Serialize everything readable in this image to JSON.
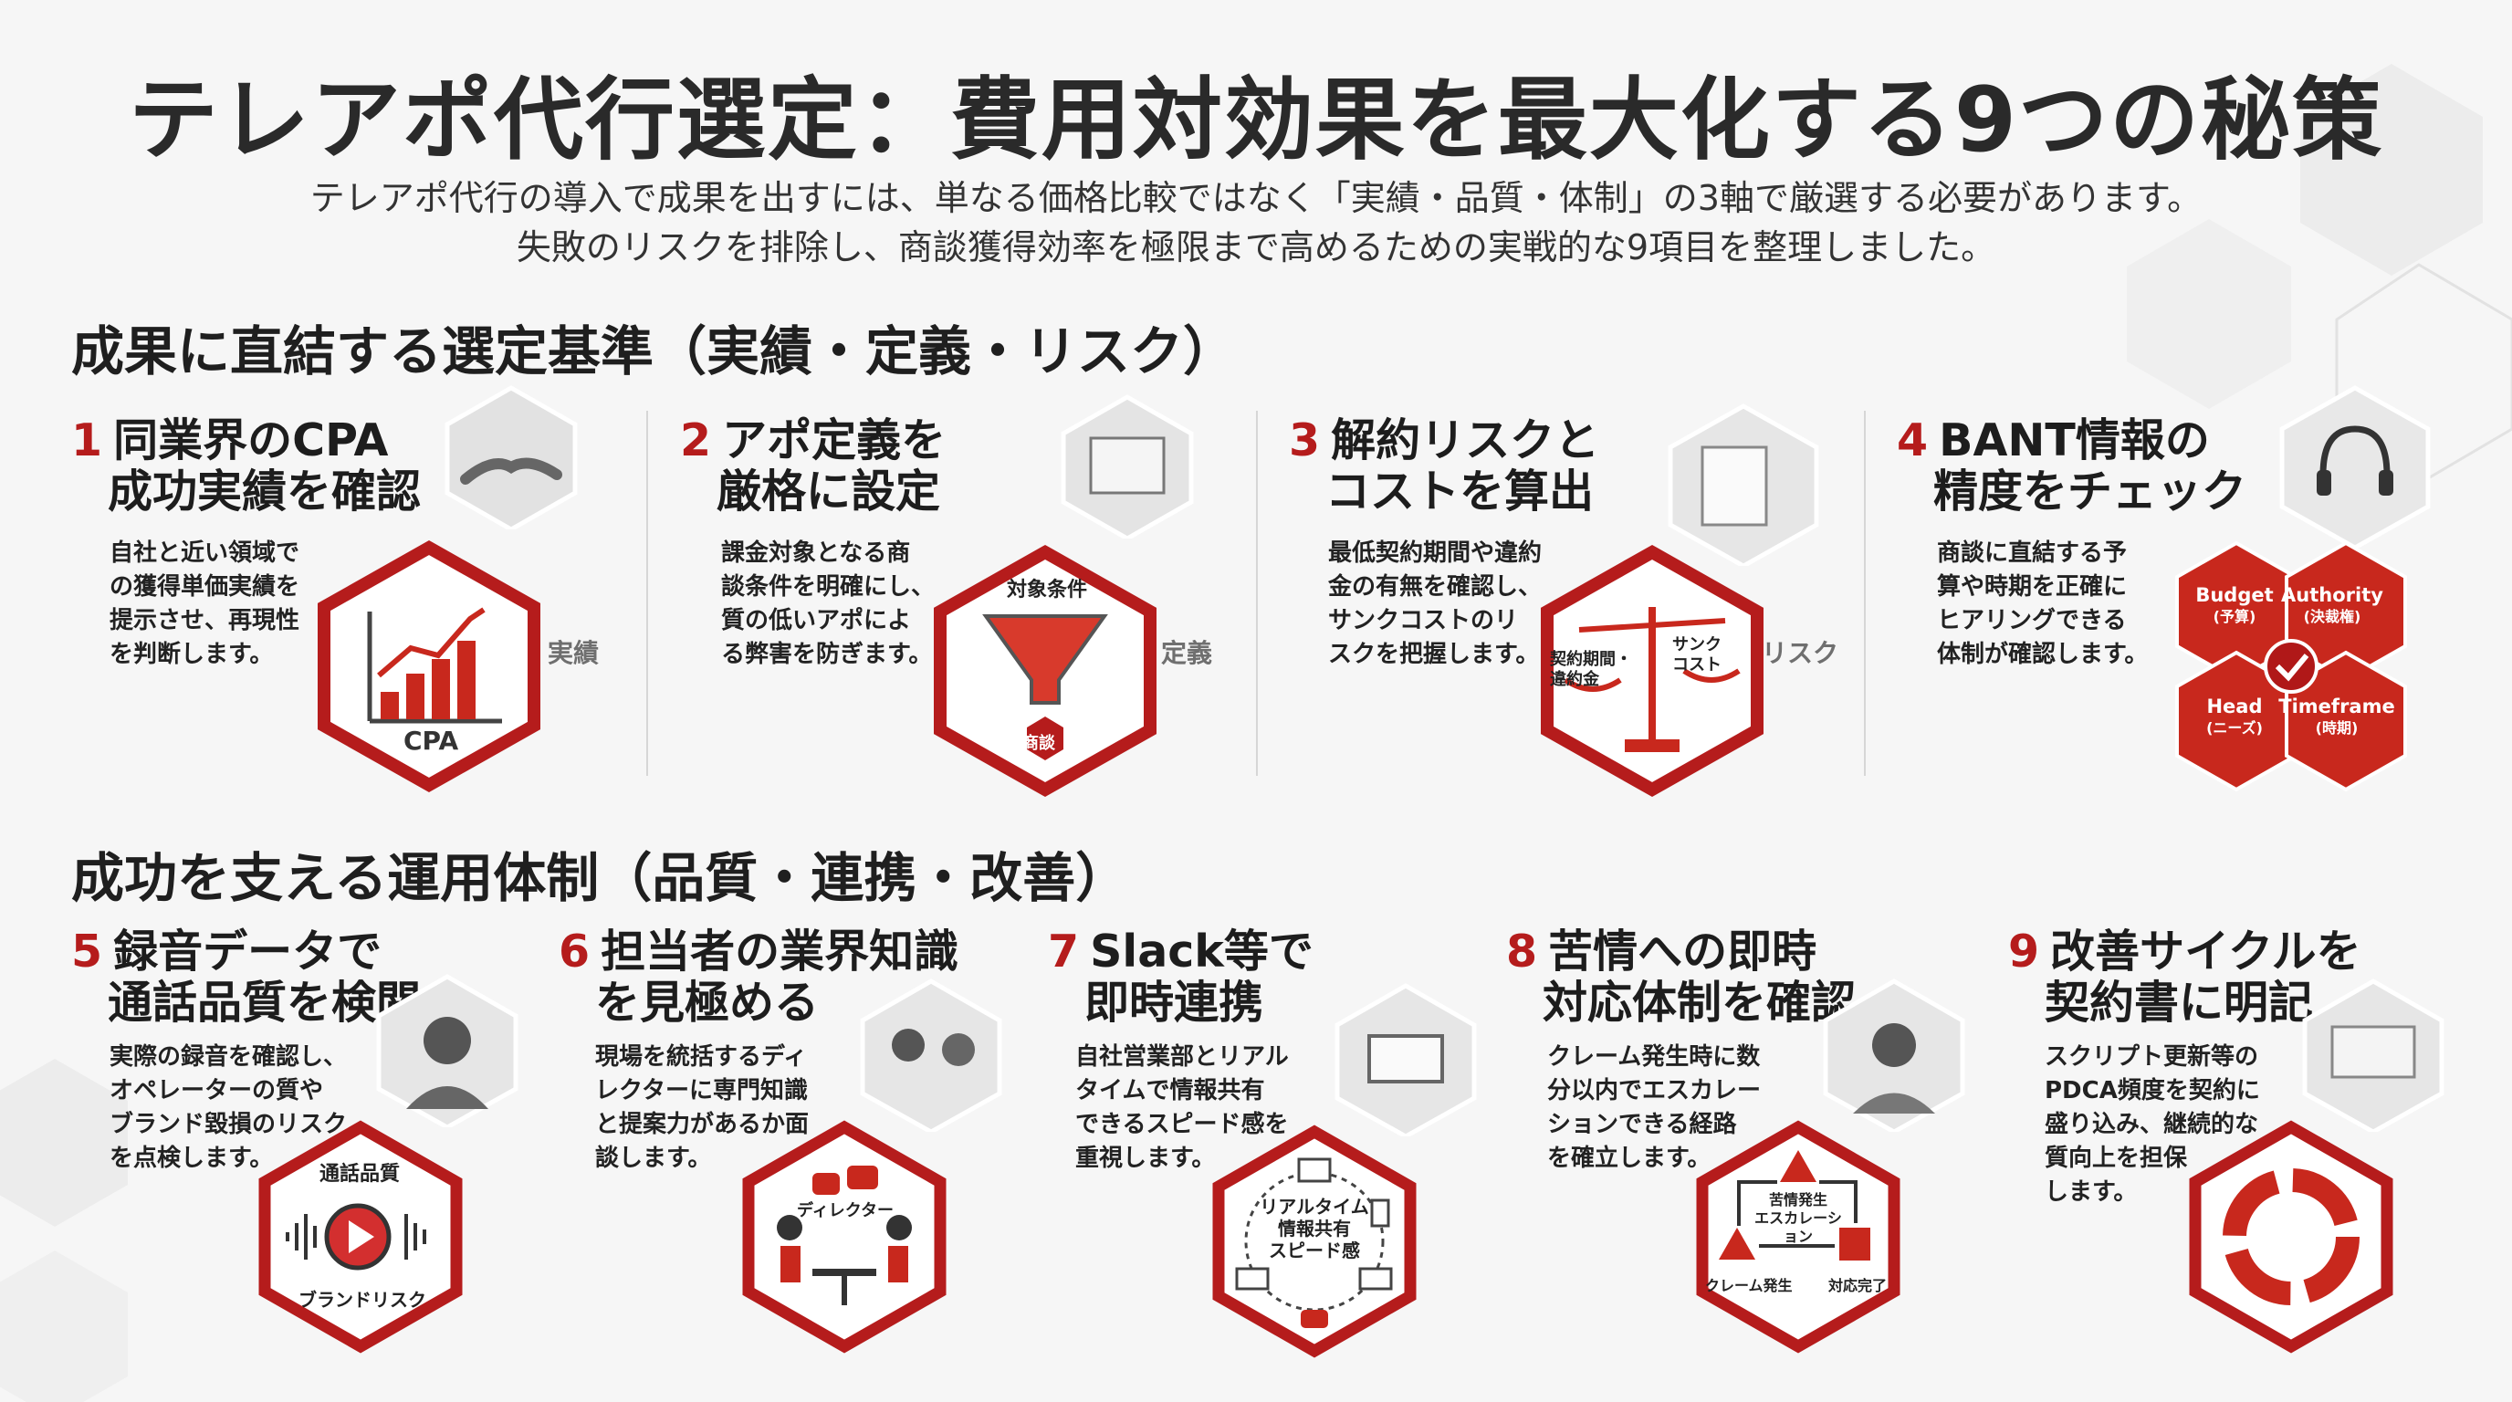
{
  "header": {
    "title": "テレアポ代行選定：費用対効果を最大化する9つの秘策",
    "lead_line1": "テレアポ代行の導入で成果を出すには、単なる価格比較ではなく「実績・品質・体制」の3軸で厳選する必要があります。",
    "lead_line2": "失敗のリスクを排除し、商談獲得効率を極限まで高めるための実戦的な9項目を整理しました。"
  },
  "sections": [
    {
      "title": "成果に直結する選定基準（実績・定義・リスク）"
    },
    {
      "title": "成功を支える運用体制（品質・連携・改善）"
    }
  ],
  "cards": [
    {
      "num": "1",
      "title1": "同業界のCPA",
      "title2": "成功実績を確認",
      "body": [
        "自社と近い領域で",
        "の獲得単価実績を",
        "提示させ、再現性",
        "を判断します。"
      ],
      "tag": "実績",
      "icon_label": "CPA",
      "icon": "bar-chart-icon"
    },
    {
      "num": "2",
      "title1": "アポ定義を",
      "title2": "厳格に設定",
      "body": [
        "課金対象となる商",
        "談条件を明確にし、",
        "質の低いアポによ",
        "る弊害を防ぎます。"
      ],
      "tag": "定義",
      "icon_label": "対象条件",
      "icon_label2": "商談",
      "icon": "funnel-icon"
    },
    {
      "num": "3",
      "title1": "解約リスクと",
      "title2": "コストを算出",
      "body": [
        "最低契約期間や違約",
        "金の有無を確認し、",
        "サンクコストのリ",
        "スクを把握します。"
      ],
      "tag": "リスク",
      "icon_label": "契約期間・違約金",
      "icon_label2": "サンクコスト",
      "icon": "balance-scale-icon"
    },
    {
      "num": "4",
      "title1": "BANT情報の",
      "title2": "精度をチェック",
      "body": [
        "商談に直結する予",
        "算や時期を正確に",
        "ヒアリングできる",
        "体制が確認します。"
      ],
      "bant": [
        {
          "en": "Budget",
          "ja": "(予算)"
        },
        {
          "en": "Authority",
          "ja": "(決裁権)"
        },
        {
          "en": "Head",
          "ja": "(ニーズ)"
        },
        {
          "en": "Timeframe",
          "ja": "(時期)"
        }
      ],
      "icon": "bant-honeycomb-icon"
    },
    {
      "num": "5",
      "title1": "録音データで",
      "title2": "通話品質を検閲",
      "body": [
        "実際の録音を確認し、",
        "オペレーターの質や",
        "ブランド毀損のリスク",
        "を点検します。"
      ],
      "icon_label": "通話品質",
      "icon_label2": "ブランドリスク",
      "icon": "audio-play-icon"
    },
    {
      "num": "6",
      "title1": "担当者の業界知識",
      "title2": "を見極める",
      "body": [
        "現場を統括するディ",
        "レクターに専門知識",
        "と提案力があるか面",
        "談します。"
      ],
      "icon_label": "ディレクター",
      "icon": "meeting-icon"
    },
    {
      "num": "7",
      "title1": "Slack等で",
      "title2": "即時連携",
      "body": [
        "自社営業部とリアル",
        "タイムで情報共有",
        "できるスピード感を",
        "重視します。"
      ],
      "icon_label": "リアルタイム",
      "icon_label2": "情報共有",
      "icon_label3": "スピード感",
      "icon": "devices-network-icon"
    },
    {
      "num": "8",
      "title1": "苦情への即時",
      "title2": "対応体制を確認",
      "body": [
        "クレーム発生時に数",
        "分以内でエスカレー",
        "ションできる経路",
        "を確立します。"
      ],
      "icon_label": "苦情発生",
      "icon_label2": "エスカレーション",
      "icon_label3": "クレーム発生",
      "icon_label4": "対応完了",
      "icon": "escalation-icon"
    },
    {
      "num": "9",
      "title1": "改善サイクルを",
      "title2": "契約書に明記",
      "body": [
        "スクリプト更新等の",
        "PDCA頻度を契約に",
        "盛り込み、継続的な",
        "質向上を担保",
        "します。"
      ],
      "icon": "cycle-arrows-icon"
    }
  ],
  "colors": {
    "accent": "#b51c1c",
    "accent_light": "#d8362b",
    "text": "#222222"
  }
}
